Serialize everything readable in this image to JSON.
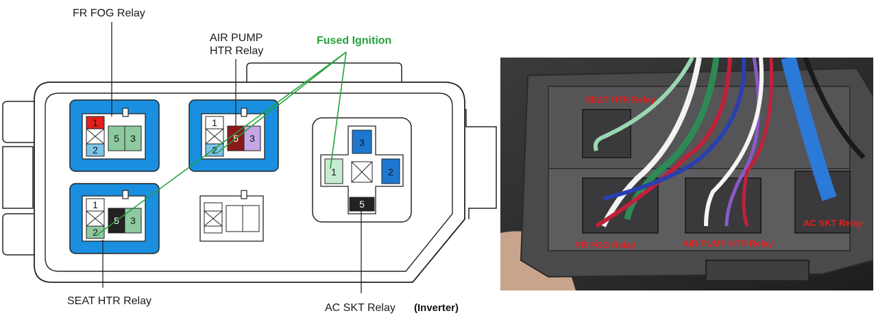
{
  "labels": {
    "fr_fog": "FR FOG Relay",
    "air_pump_line1": "AIR PUMP",
    "air_pump_line2": "HTR Relay",
    "fused_ignition": "Fused Ignition",
    "seat_htr": "SEAT HTR Relay",
    "ac_skt": "AC SKT Relay",
    "inverter": "(Inverter)"
  },
  "pins": {
    "fr_fog": {
      "p1": "1",
      "p2": "2",
      "p5": "5",
      "p3": "3"
    },
    "air_pump": {
      "p1": "1",
      "p2": "2",
      "p5": "5",
      "p3": "3"
    },
    "seat_htr": {
      "p1": "1",
      "p2": "2",
      "p5": "5",
      "p3": "3"
    },
    "ac_skt": {
      "p1": "1",
      "p2": "2",
      "p3": "3",
      "p5": "5"
    }
  },
  "photo_labels": {
    "seat_htr": "SEAT HTR Relay",
    "fr_fog": "FR FOG Relay",
    "air_pump": "AIR PUMP HTR Relay",
    "ac_skt": "AC SKT Relay"
  },
  "colors": {
    "relay_bg": "#1a8fe0",
    "pin_red": "#e0201c",
    "pin_green": "#8fc9a0",
    "pin_lightblue": "#7cc4e8",
    "pin_purple": "#c5a7e8",
    "pin_darkred": "#8a1818",
    "pin_black": "#222222",
    "pin_blue": "#1e78d2",
    "pin_mint": "#c6ebd2",
    "leader_green": "#22a13a",
    "photo_label": "#e0201c"
  }
}
